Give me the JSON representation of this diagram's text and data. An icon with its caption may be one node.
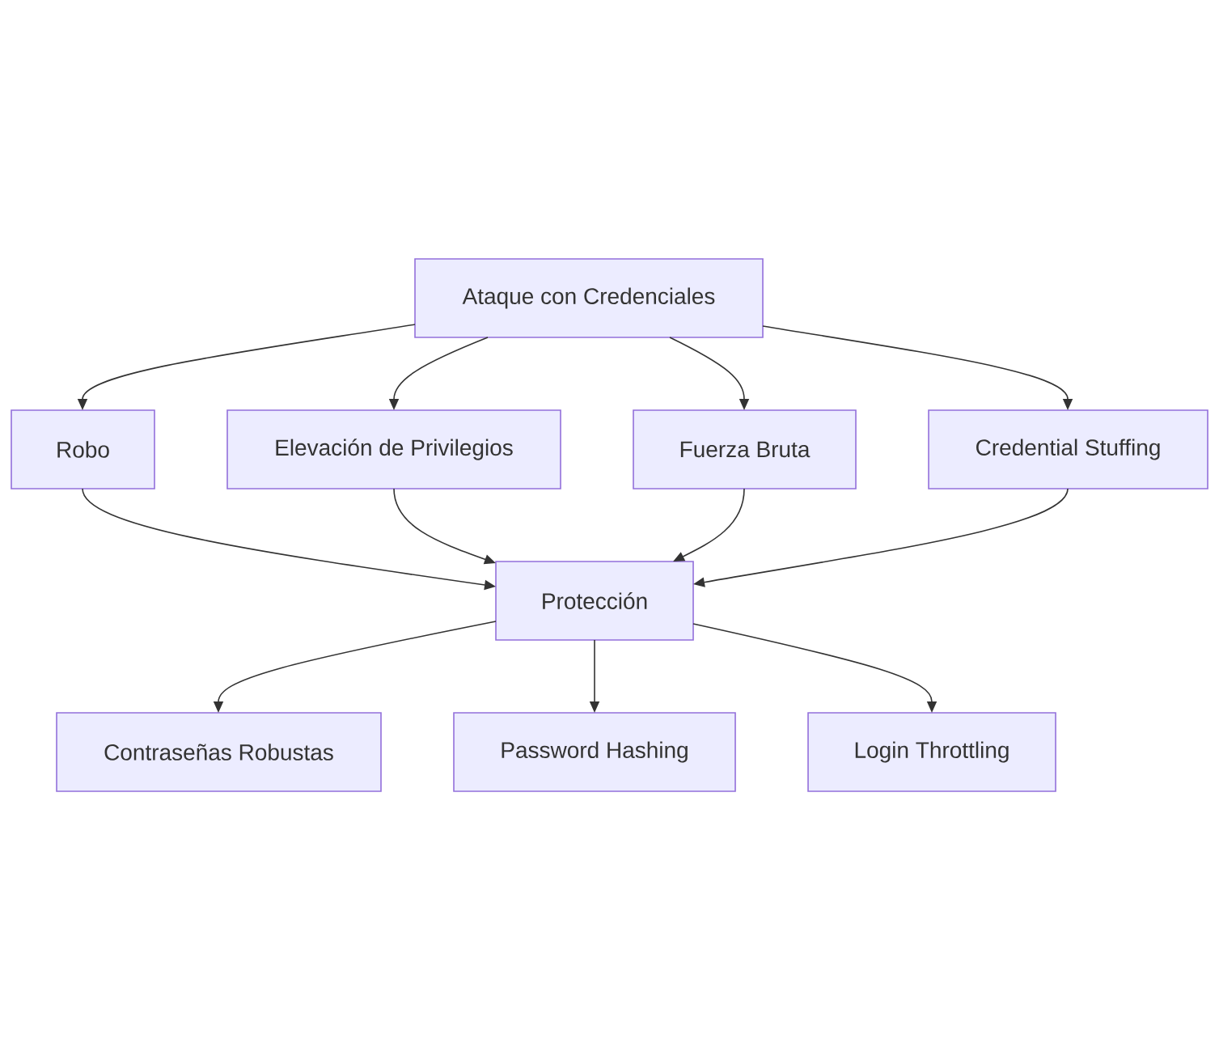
{
  "diagram": {
    "nodes": [
      {
        "text": [
          "Ataque con Credenciales"
        ]
      },
      {
        "text": [
          "Robo"
        ]
      },
      {
        "text": [
          "Elevación de Privilegios"
        ]
      },
      {
        "text": [
          "Fuerza Bruta"
        ]
      },
      {
        "text": [
          "Credential Stuffing"
        ]
      },
      {
        "text": [
          "Protección"
        ]
      },
      {
        "text": [
          "Contraseñas Robustas"
        ]
      },
      {
        "text": [
          "Password Hashing"
        ]
      },
      {
        "text": [
          "Login Throttling"
        ]
      }
    ],
    "edges": [
      {
        "from": 0,
        "to": 1,
        "arrow": "to"
      },
      {
        "from": 0,
        "to": 2,
        "arrow": "to"
      },
      {
        "from": 0,
        "to": 3,
        "arrow": "to"
      },
      {
        "from": 0,
        "to": 4,
        "arrow": "to"
      },
      {
        "from": 1,
        "to": 5,
        "arrow": "to"
      },
      {
        "from": 2,
        "to": 5,
        "arrow": "to"
      },
      {
        "from": 3,
        "to": 5,
        "arrow": "to"
      },
      {
        "from": 4,
        "to": 5,
        "arrow": "to"
      },
      {
        "from": 5,
        "to": 6,
        "arrow": "to"
      },
      {
        "from": 5,
        "to": 7,
        "arrow": "to"
      },
      {
        "from": 5,
        "to": 8,
        "arrow": "to"
      }
    ]
  }
}
